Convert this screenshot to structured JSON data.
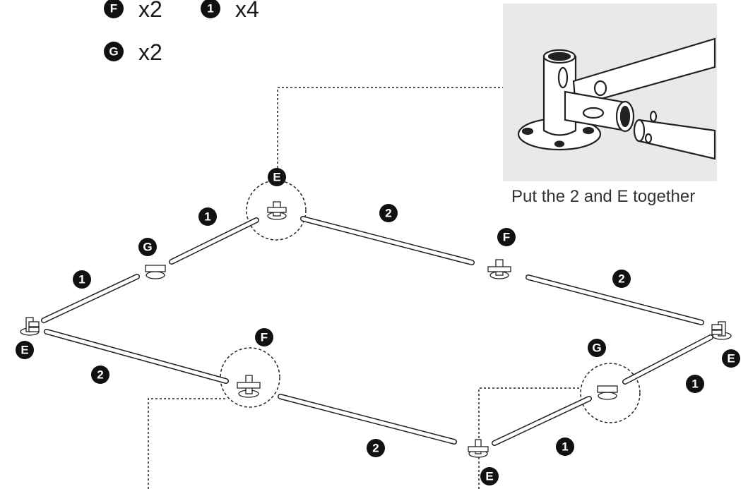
{
  "legend": [
    {
      "label": "F",
      "qty": "x2"
    },
    {
      "label": "1",
      "qty": "x4"
    },
    {
      "label": "G",
      "qty": "x2"
    }
  ],
  "inset": {
    "caption": "Put the 2 and E together"
  },
  "callouts": {
    "e_top": "E",
    "e_left": "E",
    "e_right": "E",
    "e_bottom": "E",
    "f_top": "F",
    "f_bottom": "F",
    "g_left": "G",
    "g_right": "G",
    "rod1_a": "1",
    "rod1_b": "1",
    "rod1_c": "1",
    "rod1_d": "1",
    "rod2_a": "2",
    "rod2_b": "2",
    "rod2_c": "2",
    "rod2_d": "2"
  }
}
